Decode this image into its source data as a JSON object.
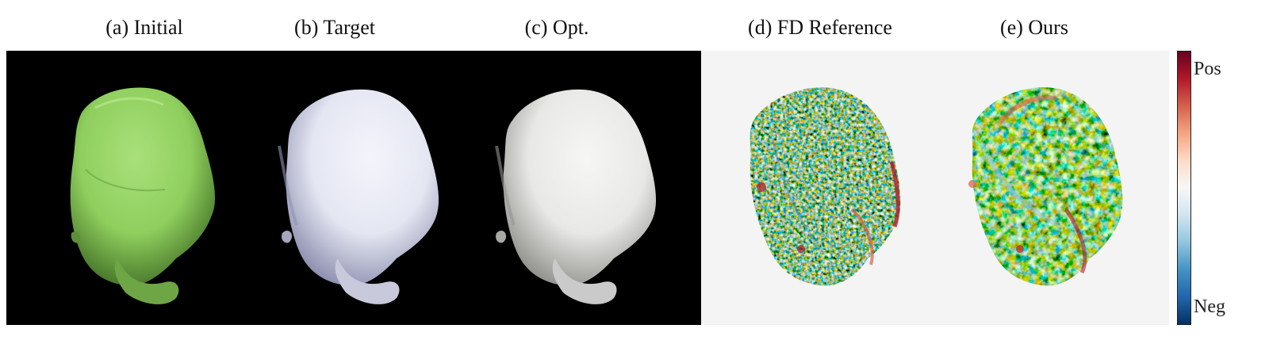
{
  "captions": {
    "a": "(a) Initial",
    "b": "(b) Target",
    "c": "(c) Opt.",
    "d": "(d) FD Reference",
    "e": "(e) Ours"
  },
  "colorbar": {
    "pos_label": "Pos",
    "neg_label": "Neg",
    "colors": [
      "#67001f",
      "#b2182b",
      "#d6604d",
      "#f4a582",
      "#fddbc7",
      "#f7f7f7",
      "#d1e5f0",
      "#92c5de",
      "#4393c3",
      "#2166ac",
      "#053061"
    ]
  },
  "colors": {
    "initial_fill": "#8fcf5e",
    "target_fill": "#e4e6f2",
    "opt_fill": "#e8e8e6",
    "render_background": "#000000",
    "diff_background": "#f4f4f4"
  }
}
